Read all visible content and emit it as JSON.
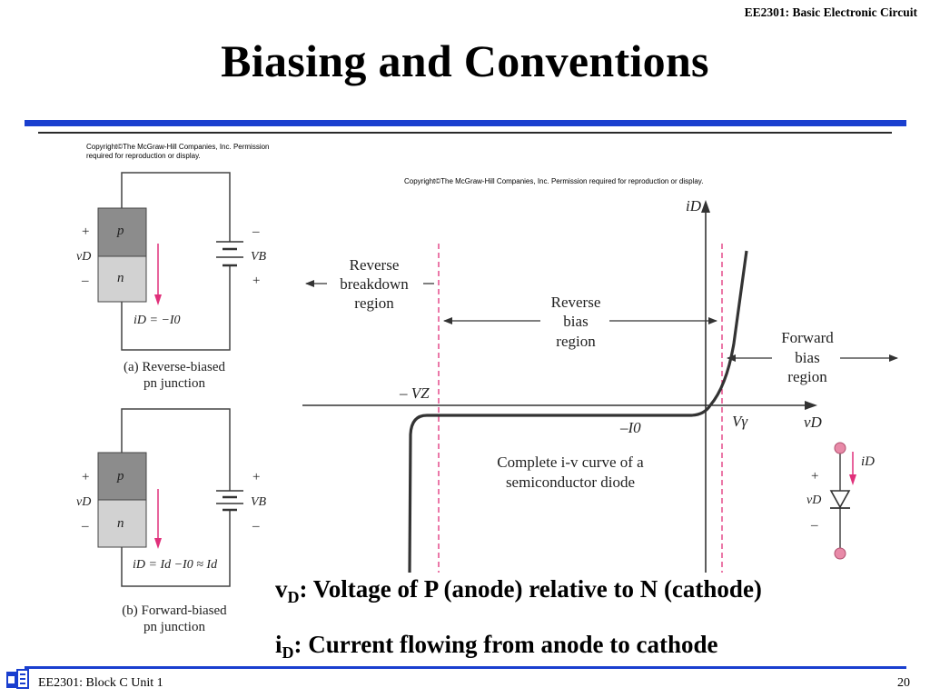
{
  "header": {
    "course": "EE2301: Basic Electronic Circuit"
  },
  "slide": {
    "title": "Biasing and Conventions"
  },
  "footer": {
    "left": "EE2301: Block C Unit 1",
    "page": "20"
  },
  "figures": {
    "copyright_left": "Copyright©The McGraw-Hill Companies, Inc. Permission required for reproduction or display.",
    "copyright_right": "Copyright©The McGraw-Hill Companies, Inc. Permission required for reproduction or display.",
    "circuit_a": {
      "plus": "+",
      "minus": "–",
      "p": "p",
      "n": "n",
      "vd": "vD",
      "vb": "VB",
      "current": "iD = −I0",
      "caption_line1": "(a) Reverse-biased",
      "caption_line2": "pn junction"
    },
    "circuit_b": {
      "plus": "+",
      "minus": "–",
      "p": "p",
      "n": "n",
      "vd": "vD",
      "vb": "VB",
      "current": "iD = Id −I0 ≈ Id",
      "caption_line1": "(b) Forward-biased",
      "caption_line2": "pn junction"
    },
    "iv_plot": {
      "y_axis": "iD",
      "x_axis": "vD",
      "neg_vz": "– VZ",
      "v_gamma": "Vγ",
      "neg_i0": "–I0",
      "breakdown": [
        "Reverse",
        "breakdown",
        "region"
      ],
      "reverse_bias": [
        "Reverse",
        "bias",
        "region"
      ],
      "forward_bias": [
        "Forward",
        "bias",
        "region"
      ],
      "curve_caption": [
        "Complete i-v curve of a",
        "semiconductor diode"
      ],
      "diode_plus": "+",
      "diode_minus": "–",
      "diode_vd": "vD",
      "diode_id": "iD"
    }
  },
  "notes": {
    "vd_symbol": "v",
    "vd_sub": "D",
    "vd_text": ": Voltage of P (anode) relative to N (cathode)",
    "id_symbol": "i",
    "id_sub": "D",
    "id_text": ": Current flowing from anode to cathode"
  },
  "colors": {
    "accent": "#1a3fcf",
    "pink": "#e0307a",
    "p_region": "#8c8c8c",
    "n_region": "#d2d2d2"
  }
}
